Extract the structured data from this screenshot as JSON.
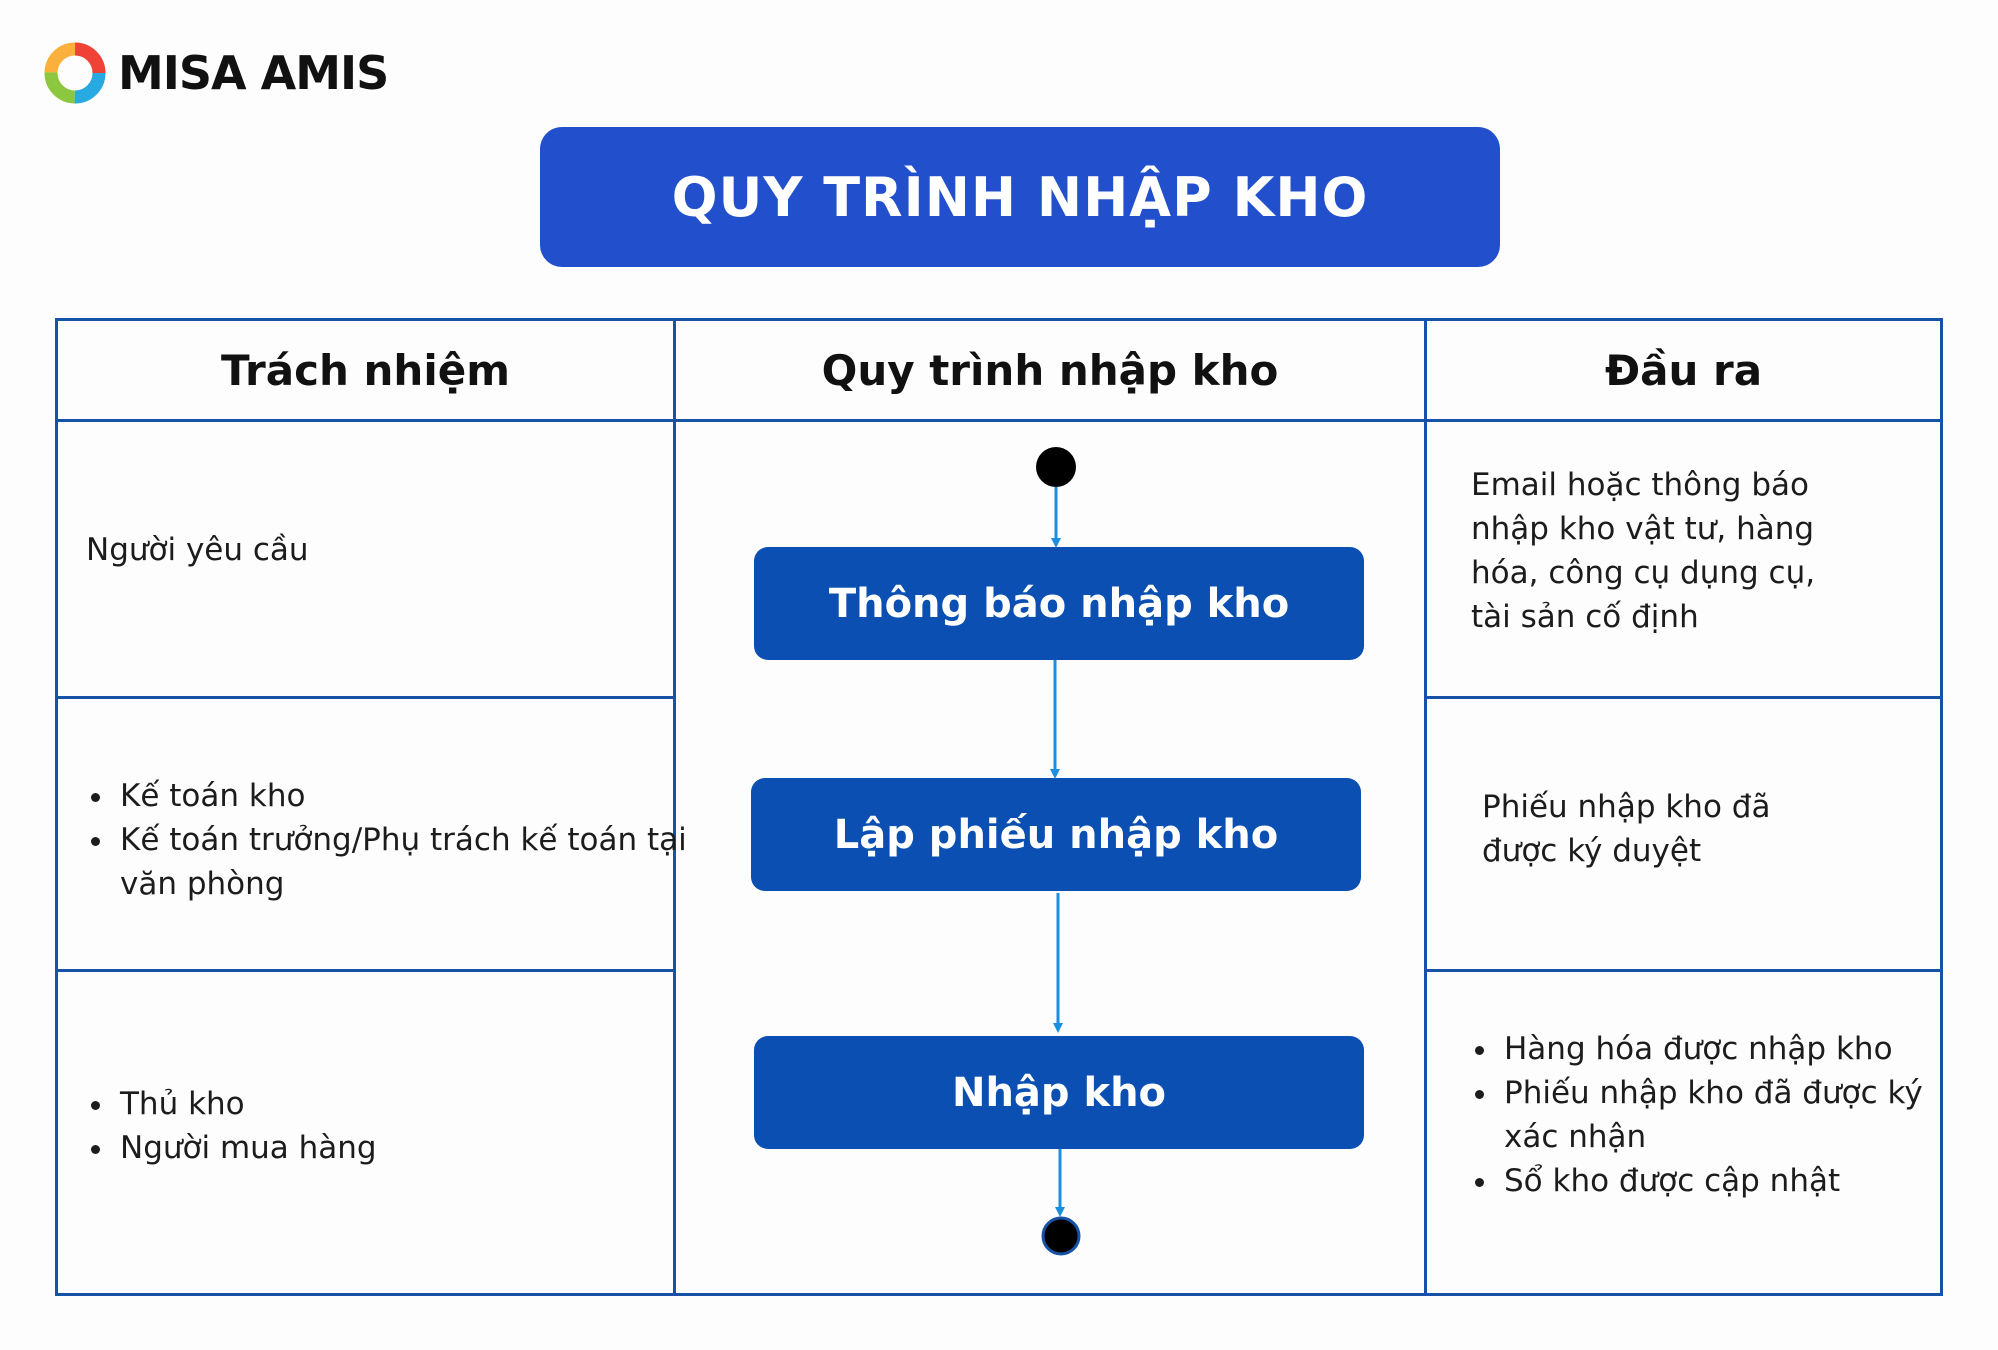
{
  "brand": {
    "name": "MISA AMIS"
  },
  "title": "QUY TRÌNH NHẬP KHO",
  "table": {
    "headers": {
      "responsibility": "Trách nhiệm",
      "process": "Quy trình nhập kho",
      "output": "Đầu ra"
    },
    "rows": [
      {
        "responsibility": [
          "Người yêu cầu"
        ],
        "step": "Thông báo nhập kho",
        "output_lines": [
          "Email hoặc thông báo",
          "nhập kho vật tư, hàng",
          "hóa, công cụ dụng cụ,",
          "tài sản cố định"
        ]
      },
      {
        "responsibility": [
          "Kế toán kho",
          "Kế toán trưởng/Phụ trách kế toán tại văn phòng"
        ],
        "step": "Lập phiếu nhập kho",
        "output_lines": [
          "Phiếu nhập kho đã",
          "được ký duyệt"
        ]
      },
      {
        "responsibility": [
          "Thủ kho",
          "Người mua hàng"
        ],
        "step": "Nhập kho",
        "output_items": [
          "Hàng hóa được nhập kho",
          "Phiếu nhập kho đã được ký xác nhận",
          "Sổ kho được cập nhật"
        ]
      }
    ]
  },
  "colors": {
    "banner": "#2250cc",
    "step_box": "#0a4fb1",
    "table_border": "#1652a6",
    "arrow": "#1a8fe0",
    "node": "#000000"
  },
  "icons": {
    "logo": "misa-amis-logo-icon",
    "start": "start-node-icon",
    "end": "end-node-icon"
  }
}
